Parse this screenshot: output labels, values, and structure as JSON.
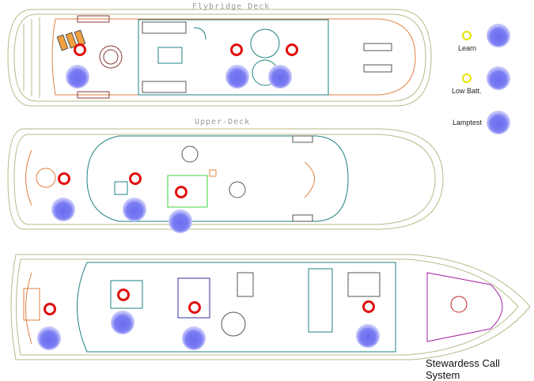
{
  "decks": {
    "flybridge": "Flybridge Deck",
    "upper": "Upper-Deck"
  },
  "legend": {
    "learn": "Learn",
    "low_batt": "Low Batt.",
    "lamptest": "Lamptest"
  },
  "title": "Stewardess Call System",
  "colors": {
    "hull": "#b9b98a",
    "button": "#6a6cf0",
    "call_ring": "#e01010",
    "indicator": "#e6e200"
  },
  "call_points": {
    "flybridge": [
      {
        "deck": "flybridge",
        "index": 1
      },
      {
        "deck": "flybridge",
        "index": 2
      },
      {
        "deck": "flybridge",
        "index": 3
      }
    ],
    "upper": [
      {
        "deck": "upper",
        "index": 1
      },
      {
        "deck": "upper",
        "index": 2
      },
      {
        "deck": "upper",
        "index": 3
      }
    ],
    "main": [
      {
        "deck": "main",
        "index": 1
      },
      {
        "deck": "main",
        "index": 2
      },
      {
        "deck": "main",
        "index": 3
      },
      {
        "deck": "main",
        "index": 4
      }
    ]
  }
}
